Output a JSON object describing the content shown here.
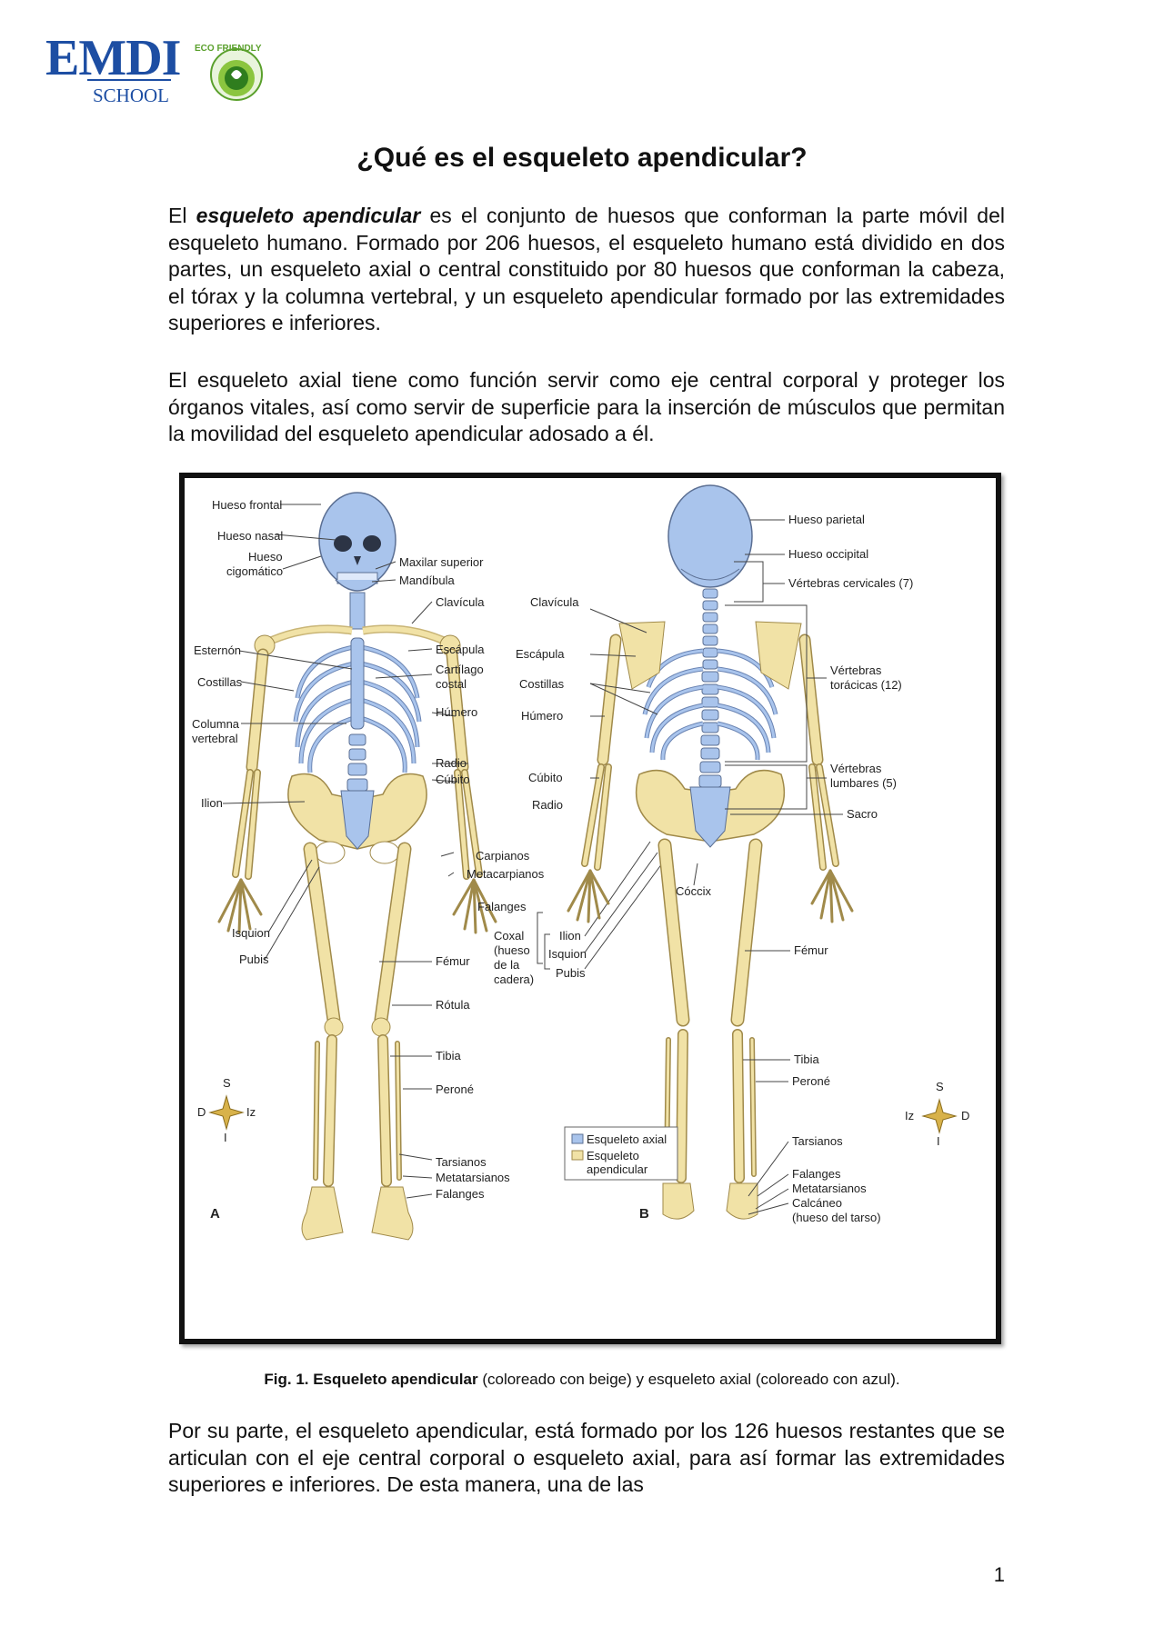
{
  "header": {
    "logo_main": "EMDI",
    "logo_sub": "SCHOOL",
    "logo_badge": "ECO FRIENDLY"
  },
  "title": "¿Qué es el esqueleto apendicular?",
  "paragraph1": {
    "prefix": "El ",
    "emphasis": "esqueleto apendicular",
    "text": " es el conjunto de huesos que conforman la parte móvil del esqueleto humano. Formado por 206 huesos, el esqueleto humano está dividido en dos partes, un esqueleto axial o central constituido por 80 huesos que conforman la cabeza, el tórax y la columna vertebral, y un esqueleto apendicular formado por las extremidades superiores e inferiores."
  },
  "paragraph2": "El esqueleto axial tiene como función servir como eje central corporal y proteger los órganos vitales, así como servir de superficie para la inserción de músculos que permitan la movilidad del esqueleto apendicular adosado a él.",
  "figure": {
    "panel_a": "A",
    "panel_b": "B",
    "colors": {
      "axial": "#a9c4ec",
      "appendicular": "#f1e2a6"
    },
    "labels_a": {
      "hueso_frontal": "Hueso frontal",
      "hueso_nasal": "Hueso nasal",
      "hueso_cigomatico_1": "Hueso",
      "hueso_cigomatico_2": "cigomático",
      "maxilar_superior": "Maxilar superior",
      "mandibula": "Mandíbula",
      "clavicula": "Clavícula",
      "esternon": "Esternón",
      "escapula": "Escápula",
      "costillas": "Costillas",
      "cartilago_1": "Cartílago",
      "cartilago_2": "costal",
      "humero": "Húmero",
      "columna_1": "Columna",
      "columna_2": "vertebral",
      "radio": "Radio",
      "cubito": "Cúbito",
      "ilion": "Ilion",
      "carpianos": "Carpianos",
      "metacarpianos": "Metacarpianos",
      "falanges": "Falanges",
      "isquion": "Isquion",
      "pubis": "Pubis",
      "femur": "Fémur",
      "rotula": "Rótula",
      "tibia": "Tibia",
      "perone": "Peroné",
      "tarsianos": "Tarsianos",
      "metatarsianos": "Metatarsianos",
      "falanges_pie": "Falanges"
    },
    "labels_mid": {
      "coxal_1": "Coxal",
      "coxal_2": "(hueso",
      "coxal_3": "de la",
      "coxal_4": "cadera)",
      "ilion": "Ilion",
      "isquion": "Isquion",
      "pubis": "Pubis",
      "coccix": "Cóccix"
    },
    "labels_b": {
      "hueso_parietal": "Hueso parietal",
      "hueso_occipital": "Hueso occipital",
      "vertebras_cervicales": "Vértebras cervicales (7)",
      "clavicula": "Clavícula",
      "escapula": "Escápula",
      "costillas": "Costillas",
      "humero": "Húmero",
      "vertebras_toracicas_1": "Vértebras",
      "vertebras_toracicas_2": "torácicas (12)",
      "cubito": "Cúbito",
      "radio": "Radio",
      "vertebras_lumbares_1": "Vértebras",
      "vertebras_lumbares_2": "lumbares (5)",
      "sacro": "Sacro",
      "femur": "Fémur",
      "tibia": "Tibia",
      "perone": "Peroné",
      "tarsianos": "Tarsianos",
      "falanges": "Falanges",
      "metatarsianos": "Metatarsianos",
      "calcaneo_1": "Calcáneo",
      "calcaneo_2": "(hueso del tarso)"
    },
    "compass_a": {
      "n": "S",
      "s": "I",
      "w": "D",
      "e": "Iz"
    },
    "compass_b": {
      "n": "S",
      "s": "I",
      "w": "Iz",
      "e": "D"
    },
    "legend": {
      "axial": "Esqueleto axial",
      "apendicular_1": "Esqueleto",
      "apendicular_2": "apendicular"
    }
  },
  "caption": {
    "bold": "Fig. 1. Esqueleto apendicular",
    "text": " (coloreado con beige) y esqueleto axial (coloreado con azul)."
  },
  "paragraph3": "Por su parte, el esqueleto apendicular, está formado por los 126 huesos restantes que se articulan con el eje central corporal o esqueleto axial, para así formar las extremidades superiores e inferiores. De esta manera, una de las",
  "page_number": "1"
}
